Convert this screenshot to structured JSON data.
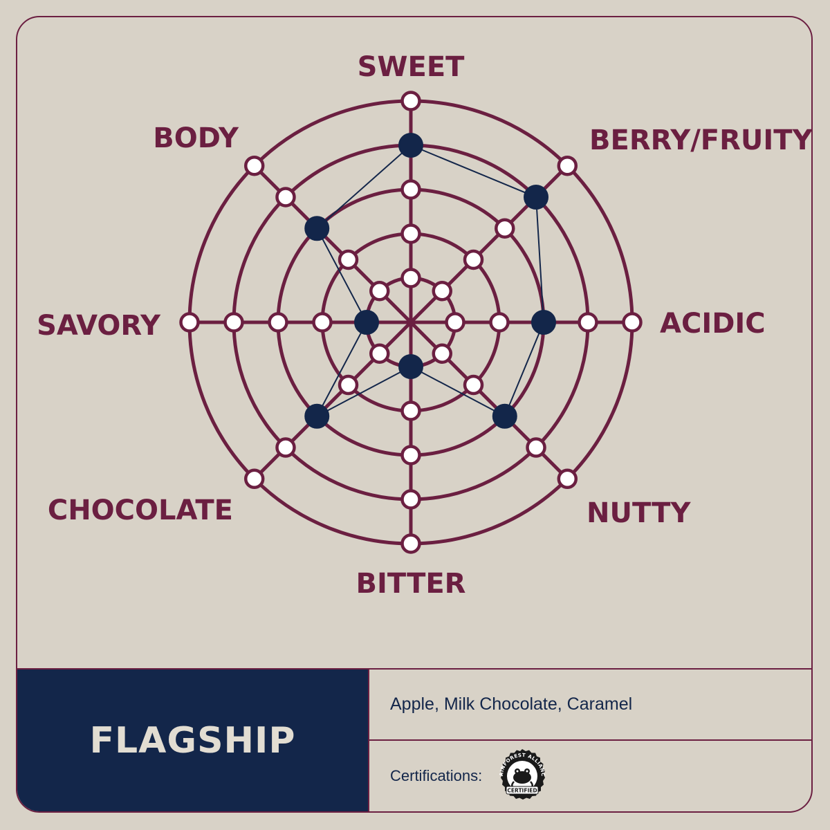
{
  "colors": {
    "background": "#d8d2c7",
    "accent": "#6b1f41",
    "navy": "#13264a",
    "light_text": "#e2ddd2"
  },
  "chart_data": {
    "type": "radar",
    "axes": [
      "SWEET",
      "BERRY/FRUITY",
      "ACIDIC",
      "NUTTY",
      "BITTER",
      "CHOCOLATE",
      "SAVORY",
      "BODY"
    ],
    "levels": 5,
    "values": [
      4,
      4,
      3,
      3,
      1,
      3,
      1,
      3
    ],
    "range": [
      0,
      5
    ],
    "grid": true,
    "legend": "none"
  },
  "product": {
    "name": "FLAGSHIP",
    "notes": "Apple, Milk Chocolate, Caramel",
    "certifications_label": "Certifications:"
  },
  "badge": {
    "icon": "rainforest-alliance-frog-seal",
    "top_text": "RAINFOREST ALLIANCE",
    "bottom_text": "CERTIFIED"
  }
}
